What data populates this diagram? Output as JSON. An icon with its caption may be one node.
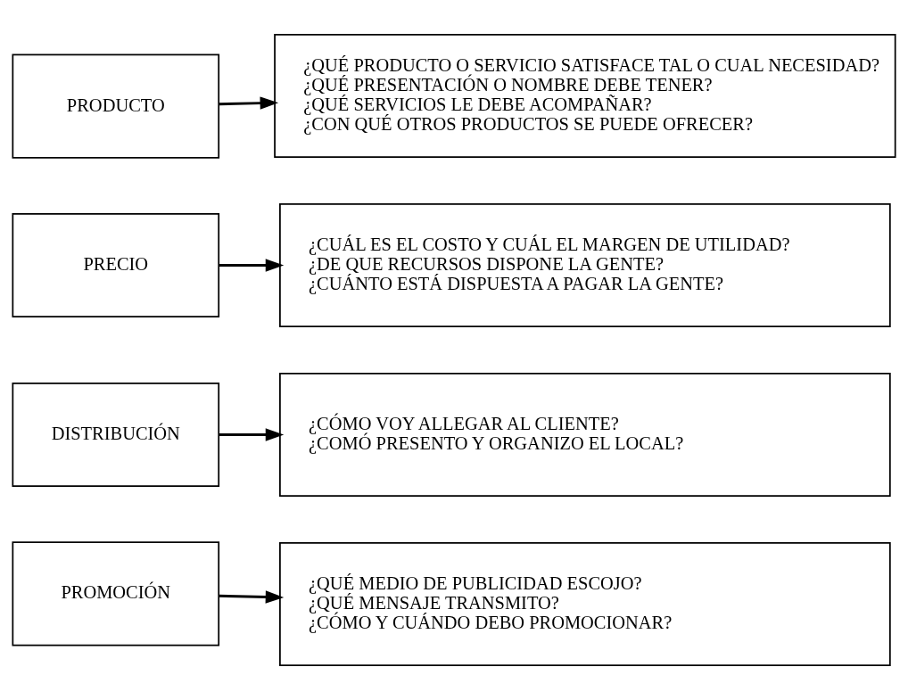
{
  "diagram": {
    "nodes": [
      {
        "text": [
          "PRODUCTO"
        ]
      },
      {
        "text": [
          "¿QUÉ PRODUCTO O SERVICIO SATISFACE TAL O CUAL NECESIDAD?",
          "¿QUÉ PRESENTACIÓN O NOMBRE DEBE TENER?",
          "¿QUÉ SERVICIOS LE DEBE ACOMPAÑAR?",
          "¿CON QUÉ OTROS PRODUCTOS SE PUEDE OFRECER?"
        ]
      },
      {
        "text": [
          "PRECIO"
        ]
      },
      {
        "text": [
          "¿CUÁL ES EL COSTO Y CUÁL EL MARGEN DE UTILIDAD?",
          "¿DE QUE RECURSOS DISPONE LA GENTE?",
          "¿CUÁNTO ESTÁ DISPUESTA A PAGAR LA GENTE?"
        ]
      },
      {
        "text": [
          "DISTRIBUCIÓN"
        ]
      },
      {
        "text": [
          "¿CÓMO VOY ALLEGAR AL CLIENTE?",
          "¿COMÓ PRESENTO Y ORGANIZO EL LOCAL?"
        ]
      },
      {
        "text": [
          "PROMOCIÓN"
        ]
      },
      {
        "text": [
          "¿QUÉ MEDIO DE PUBLICIDAD ESCOJO?",
          "¿QUÉ MENSAJE TRANSMITO?",
          "¿CÓMO Y CUÁNDO DEBO PROMOCIONAR?"
        ]
      }
    ],
    "edges": [
      {
        "from": 0,
        "to": 1,
        "arrow": "to"
      },
      {
        "from": 2,
        "to": 3,
        "arrow": "to"
      },
      {
        "from": 4,
        "to": 5,
        "arrow": "to"
      },
      {
        "from": 6,
        "to": 7,
        "arrow": "to"
      }
    ]
  }
}
